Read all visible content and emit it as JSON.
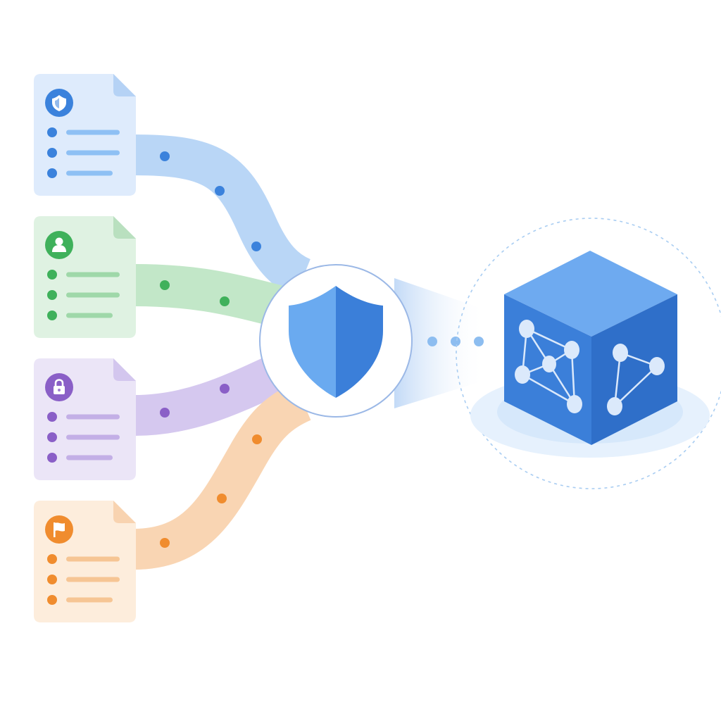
{
  "colors": {
    "background": "#ffffff",
    "primary_blue": "#3b7fd9",
    "light_blue": "#6aaaf0",
    "hub_ring": "#9bb8e6",
    "orbit": "#a9cdf2",
    "platform": "#d6e8fb"
  },
  "documents": [
    {
      "id": "doc-1",
      "icon": "shield-icon",
      "card_fill": "#deebfc",
      "fold_fill": "#b5d2f5",
      "accent": "#3b82dc",
      "line_color": "#8ec0f4",
      "stream_color": "#b9d6f6",
      "list_items": 3
    },
    {
      "id": "doc-2",
      "icon": "user-icon",
      "card_fill": "#dff2e2",
      "fold_fill": "#b9e0bf",
      "accent": "#3fb15b",
      "line_color": "#9fd8a9",
      "stream_color": "#c2e7c8",
      "list_items": 3
    },
    {
      "id": "doc-3",
      "icon": "lock-icon",
      "card_fill": "#ebe5f7",
      "fold_fill": "#d3c6ee",
      "accent": "#8a5fc7",
      "line_color": "#c3afe6",
      "stream_color": "#d5c8ef",
      "list_items": 3
    },
    {
      "id": "doc-4",
      "icon": "flag-icon",
      "card_fill": "#fdeddc",
      "fold_fill": "#f8d3b0",
      "accent": "#f08c2e",
      "line_color": "#f6c594",
      "stream_color": "#f9d5b3",
      "list_items": 3
    }
  ],
  "hub": {
    "icon": "shield-icon"
  },
  "knowledge_cube": {
    "icon": "network-graph-icon",
    "top_face": "#6eaaf0",
    "left_face": "#3b7fd9",
    "right_face": "#2f6fc9",
    "node_fill": "#dbe9fb"
  }
}
